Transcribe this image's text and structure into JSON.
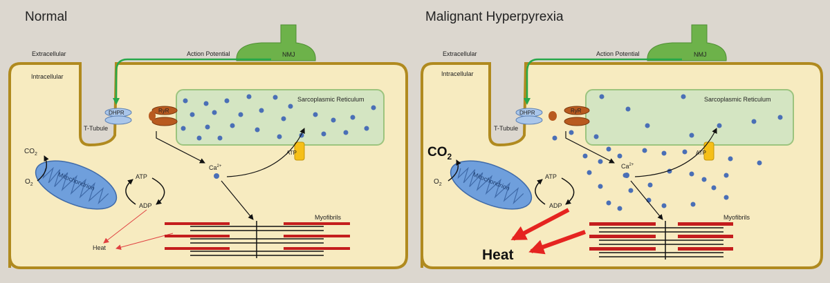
{
  "colors": {
    "background": "#dcd7cf",
    "cell_fill": "#f7ebc0",
    "membrane": "#b08a1f",
    "sr_fill": "#d4e5c2",
    "sr_stroke": "#9cc47e",
    "calcium": "#4a6fb6",
    "mito": "#6f9fdc",
    "nmj": "#6db24a",
    "signal_arrow": "#27a84a",
    "atp_pump": "#f5bf18",
    "ryr": "#b85a1f",
    "dhpr": "#a9c6ea",
    "myofibril_red": "#c41d1d",
    "heat_arrow": "#e52420"
  },
  "panels": {
    "normal": {
      "title": "Normal",
      "extracellular": "Extracellular",
      "intracellular": "Intracellular",
      "action_potential": "Action Potential",
      "nmj": "NMJ",
      "dhpr": "DHPR",
      "ryr": "RyR",
      "t_tubule": "T-Tubule",
      "sr": "Sarcoplasmic Reticulum",
      "atp_pump": "ATP",
      "co2": "CO",
      "co2_sub": "2",
      "o2": "O",
      "o2_sub": "2",
      "mitochondrion": "Mitochondrion",
      "atp": "ATP",
      "adp": "ADP",
      "ca": "Ca",
      "ca_sup": "2+",
      "myofibrils": "Myofibrils",
      "heat": "Heat"
    },
    "mh": {
      "title": "Malignant Hyperpyrexia",
      "extracellular": "Extracellular",
      "intracellular": "Intracellular",
      "action_potential": "Action Potential",
      "nmj": "NMJ",
      "dhpr": "DHPR",
      "ryr": "RyR",
      "t_tubule": "T-Tubule",
      "sr": "Sarcoplasmic Reticulum",
      "atp_pump": "ATP",
      "co2": "CO",
      "co2_sub": "2",
      "o2": "O",
      "o2_sub": "2",
      "mitochondrion": "Mitochondrion",
      "atp": "ATP",
      "adp": "ADP",
      "ca": "Ca",
      "ca_sup": "2+",
      "myofibrils": "Myofibrils",
      "heat": "Heat"
    }
  }
}
